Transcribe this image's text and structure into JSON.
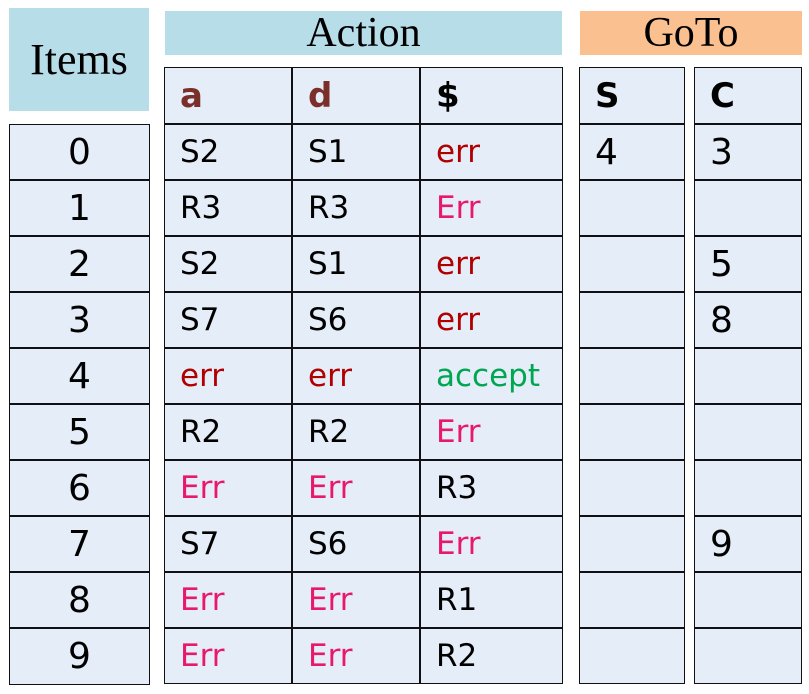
{
  "headers": {
    "items": "Items",
    "action": "Action",
    "goto": "GoTo"
  },
  "columns": {
    "a": "a",
    "d": "d",
    "dollar": "$",
    "S": "S",
    "C": "C"
  },
  "colors": {
    "err_dark_red": "#b00000",
    "err_pink": "#e8186d",
    "accept_green": "#00a651",
    "normal": "#000000"
  },
  "rows": [
    {
      "item": "0",
      "a": {
        "text": "S2",
        "color": "#000000"
      },
      "d": {
        "text": "S1",
        "color": "#000000"
      },
      "dollar": {
        "text": "err",
        "color": "#b00000"
      },
      "S": "4",
      "C": "3"
    },
    {
      "item": "1",
      "a": {
        "text": "R3",
        "color": "#000000"
      },
      "d": {
        "text": "R3",
        "color": "#000000"
      },
      "dollar": {
        "text": "Err",
        "color": "#e8186d"
      },
      "S": "",
      "C": ""
    },
    {
      "item": "2",
      "a": {
        "text": "S2",
        "color": "#000000"
      },
      "d": {
        "text": "S1",
        "color": "#000000"
      },
      "dollar": {
        "text": "err",
        "color": "#b00000"
      },
      "S": "",
      "C": "5"
    },
    {
      "item": "3",
      "a": {
        "text": "S7",
        "color": "#000000"
      },
      "d": {
        "text": "S6",
        "color": "#000000"
      },
      "dollar": {
        "text": "err",
        "color": "#b00000"
      },
      "S": "",
      "C": "8"
    },
    {
      "item": "4",
      "a": {
        "text": "err",
        "color": "#b00000"
      },
      "d": {
        "text": "err",
        "color": "#b00000"
      },
      "dollar": {
        "text": "accept",
        "color": "#00a651"
      },
      "S": "",
      "C": ""
    },
    {
      "item": "5",
      "a": {
        "text": "R2",
        "color": "#000000"
      },
      "d": {
        "text": "R2",
        "color": "#000000"
      },
      "dollar": {
        "text": "Err",
        "color": "#e8186d"
      },
      "S": "",
      "C": ""
    },
    {
      "item": "6",
      "a": {
        "text": "Err",
        "color": "#e8186d"
      },
      "d": {
        "text": "Err",
        "color": "#e8186d"
      },
      "dollar": {
        "text": "R3",
        "color": "#000000"
      },
      "S": "",
      "C": ""
    },
    {
      "item": "7",
      "a": {
        "text": "S7",
        "color": "#000000"
      },
      "d": {
        "text": "S6",
        "color": "#000000"
      },
      "dollar": {
        "text": "Err",
        "color": "#e8186d"
      },
      "S": "",
      "C": "9"
    },
    {
      "item": "8",
      "a": {
        "text": "Err",
        "color": "#e8186d"
      },
      "d": {
        "text": "Err",
        "color": "#e8186d"
      },
      "dollar": {
        "text": "R1",
        "color": "#000000"
      },
      "S": "",
      "C": ""
    },
    {
      "item": "9",
      "a": {
        "text": "Err",
        "color": "#e8186d"
      },
      "d": {
        "text": "Err",
        "color": "#e8186d"
      },
      "dollar": {
        "text": "R2",
        "color": "#000000"
      },
      "S": "",
      "C": ""
    }
  ]
}
